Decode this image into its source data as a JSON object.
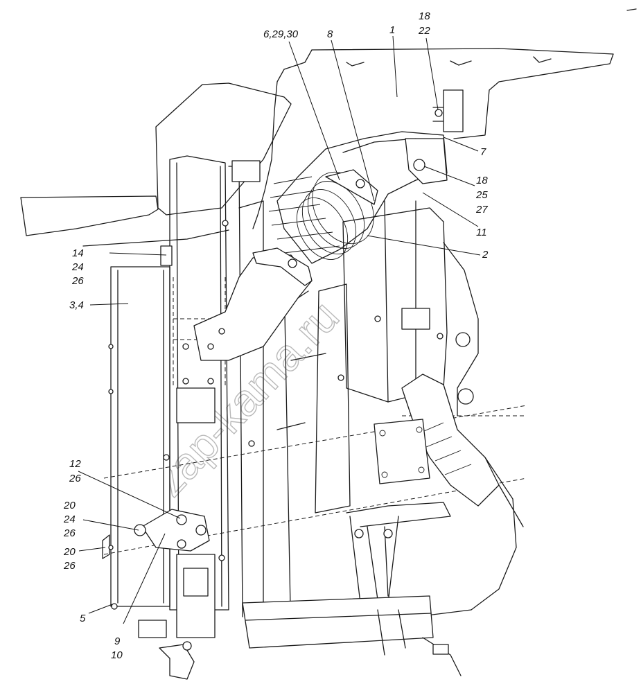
{
  "diagram": {
    "watermark": "zap-kama.ru",
    "callouts": {
      "c1": "1",
      "c2": "2",
      "c3_4": "3,4",
      "c5": "5",
      "c6_29_30": "6,29,30",
      "c7": "7",
      "c8": "8",
      "c9": "9",
      "c10": "10",
      "c11": "11",
      "c12": "12",
      "c12_26": "26",
      "c14": "14",
      "c14_24": "24",
      "c14_26": "26",
      "c18_top": "18",
      "c22": "22",
      "c18_mid": "18",
      "c25": "25",
      "c27": "27",
      "c20_a": "20",
      "c20a_24": "24",
      "c20a_26": "26",
      "c20_b": "20",
      "c20b_26": "26"
    }
  }
}
